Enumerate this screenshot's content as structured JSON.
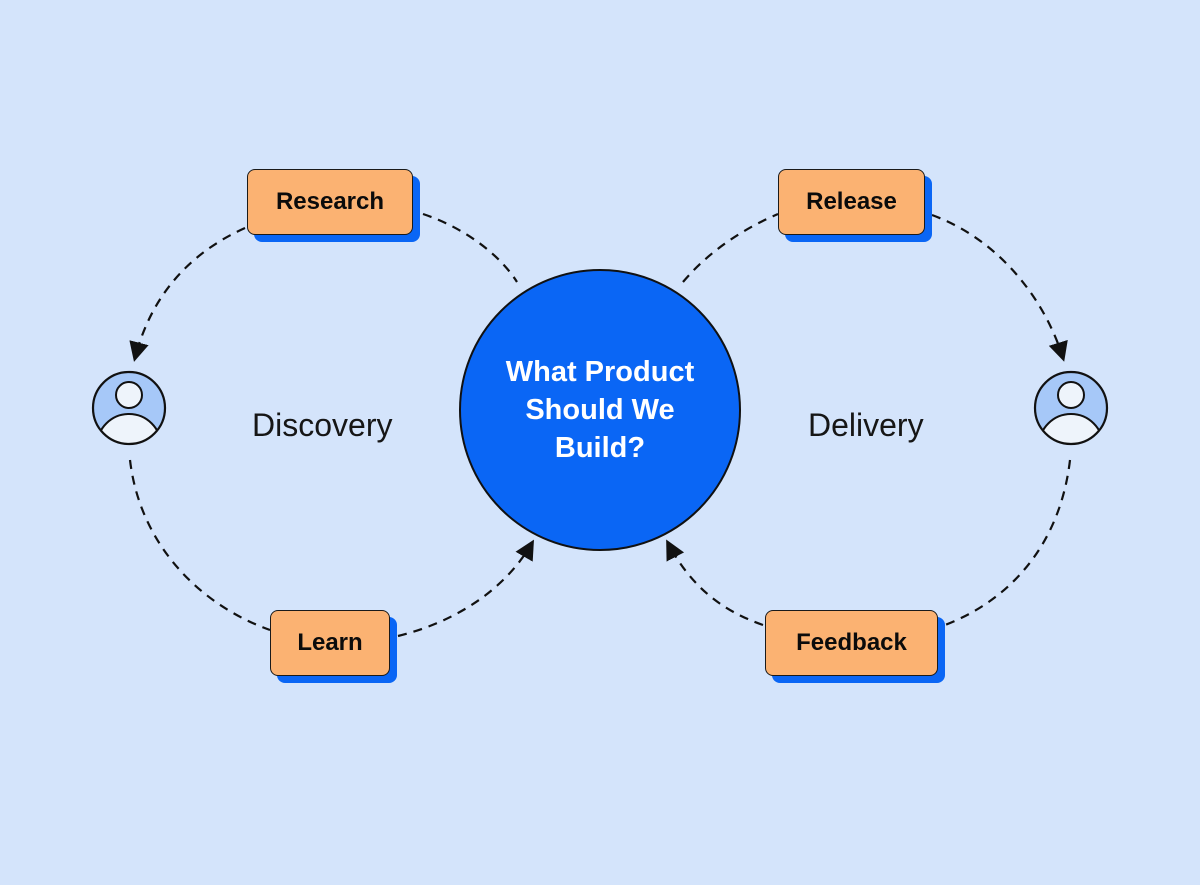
{
  "center": {
    "line1": "What Product",
    "line2": "Should We",
    "line3": "Build?"
  },
  "phases": {
    "left": "Discovery",
    "right": "Delivery"
  },
  "steps": {
    "research": "Research",
    "learn": "Learn",
    "release": "Release",
    "feedback": "Feedback"
  },
  "icons": {
    "left_user": "user-avatar-icon",
    "right_user": "user-avatar-icon"
  },
  "colors": {
    "background": "#d4e4fb",
    "accent_blue": "#0a66f5",
    "box_orange": "#fbb272",
    "avatar_blue": "#a6c8f8",
    "avatar_white": "#eef4fb"
  }
}
